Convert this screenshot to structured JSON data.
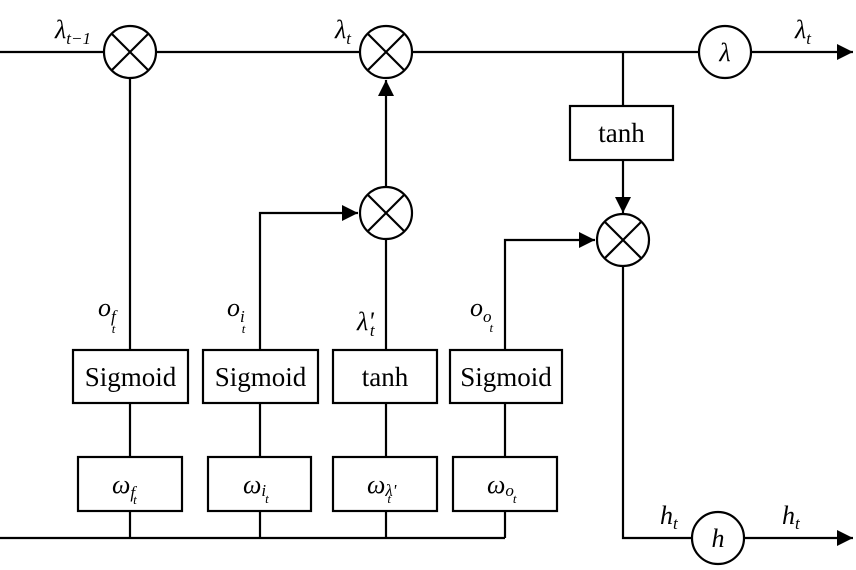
{
  "diagram": {
    "title": "LSTM-style cell with state λ and output h",
    "colors": {
      "stroke": "#000000",
      "background": "#ffffff"
    },
    "state_line": {
      "input_label": {
        "base": "λ",
        "sub": "t−1"
      },
      "mid_label": {
        "base": "λ",
        "sub": "t"
      },
      "output_label": {
        "base": "λ",
        "sub": "t"
      },
      "output_node": "λ"
    },
    "output_line": {
      "input_label": {
        "base": "h",
        "sub": "t"
      },
      "output_label": {
        "base": "h",
        "sub": "t"
      },
      "output_node": "h"
    },
    "multiply_nodes": [
      {
        "id": "forget-multiply",
        "symbol": "⊗"
      },
      {
        "id": "update-multiply",
        "symbol": "⊗"
      },
      {
        "id": "input-multiply",
        "symbol": "⊗"
      },
      {
        "id": "output-multiply",
        "symbol": "⊗"
      }
    ],
    "state_tanh": "tanh",
    "gates": [
      {
        "id": "forget",
        "activation": "Sigmoid",
        "out_label": {
          "base": "o",
          "sub": "f",
          "subsub": "t"
        },
        "weight": {
          "base": "ω",
          "sub": "f",
          "subsub": "t"
        }
      },
      {
        "id": "input",
        "activation": "Sigmoid",
        "out_label": {
          "base": "o",
          "sub": "i",
          "subsub": "t"
        },
        "weight": {
          "base": "ω",
          "sub": "i",
          "subsub": "t"
        }
      },
      {
        "id": "candidate",
        "activation": "tanh",
        "out_label": {
          "base": "λ'",
          "sub": "t",
          "subsub": ""
        },
        "weight": {
          "base": "ω",
          "sub": "λ'",
          "subsub": "t"
        }
      },
      {
        "id": "output",
        "activation": "Sigmoid",
        "out_label": {
          "base": "o",
          "sub": "o",
          "subsub": "t"
        },
        "weight": {
          "base": "ω",
          "sub": "o",
          "subsub": "t"
        }
      }
    ]
  }
}
